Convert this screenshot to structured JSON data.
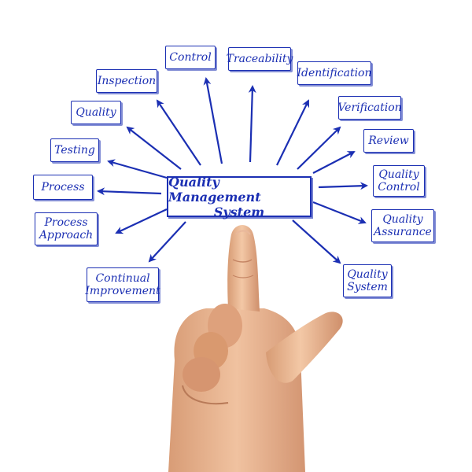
{
  "diagram": {
    "center": {
      "line1": "Quality Management",
      "line2": "System"
    },
    "nodes": {
      "control": "Control",
      "traceability": "Traceability",
      "inspection": "Inspection",
      "identification": "Identification",
      "quality": "Quality",
      "verification": "Verification",
      "testing": "Testing",
      "review": "Review",
      "process": "Process",
      "quality_control_1": "Quality",
      "quality_control_2": "Control",
      "process_approach_1": "Process",
      "process_approach_2": "Approach",
      "quality_assurance_1": "Quality",
      "quality_assurance_2": "Assurance",
      "continual_improvement_1": "Continual",
      "continual_improvement_2": "Improvement",
      "quality_system_1": "Quality",
      "quality_system_2": "System"
    }
  },
  "colors": {
    "ink": "#1b2fb3",
    "skin": "#e8b48f",
    "skin_shadow": "#c98b68",
    "background": "#ffffff"
  }
}
